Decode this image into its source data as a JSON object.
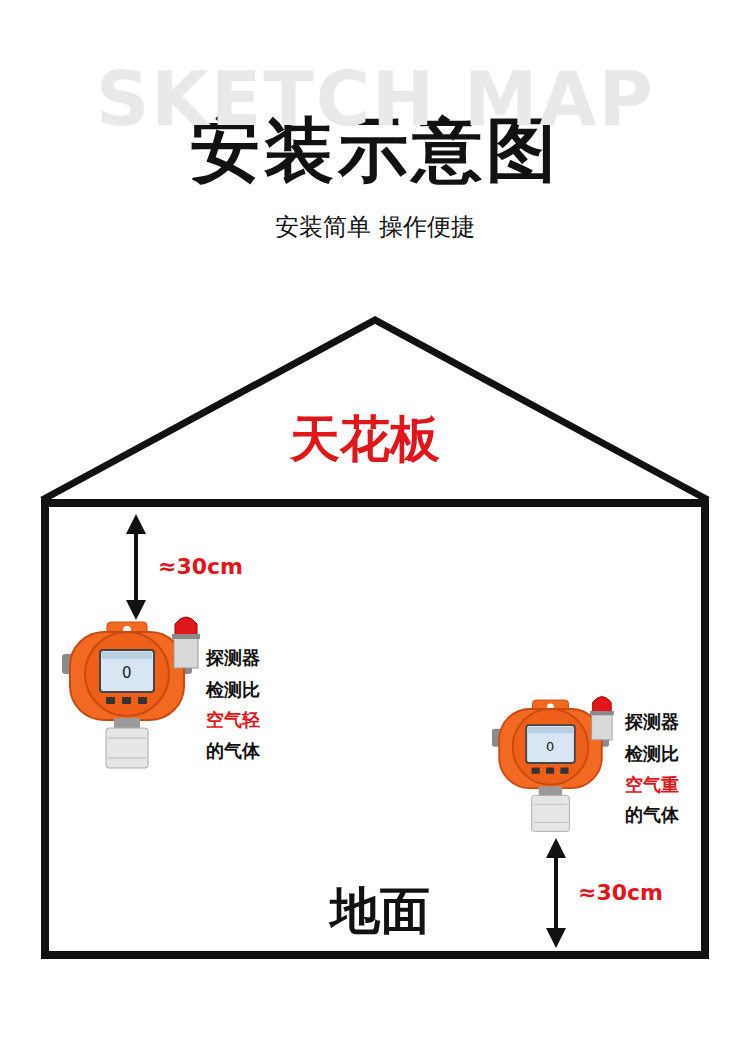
{
  "diagram": {
    "title": "安装示意图",
    "labels": [
      "SKETCH MAP",
      "安装简单 操作便捷",
      "天花板",
      "≈30cm",
      "0",
      "探测器",
      "检测比",
      "空气轻",
      "的气体",
      "0",
      "探测器",
      "检测比",
      "空气重",
      "的气体",
      "地面",
      "≈30cm"
    ]
  }
}
